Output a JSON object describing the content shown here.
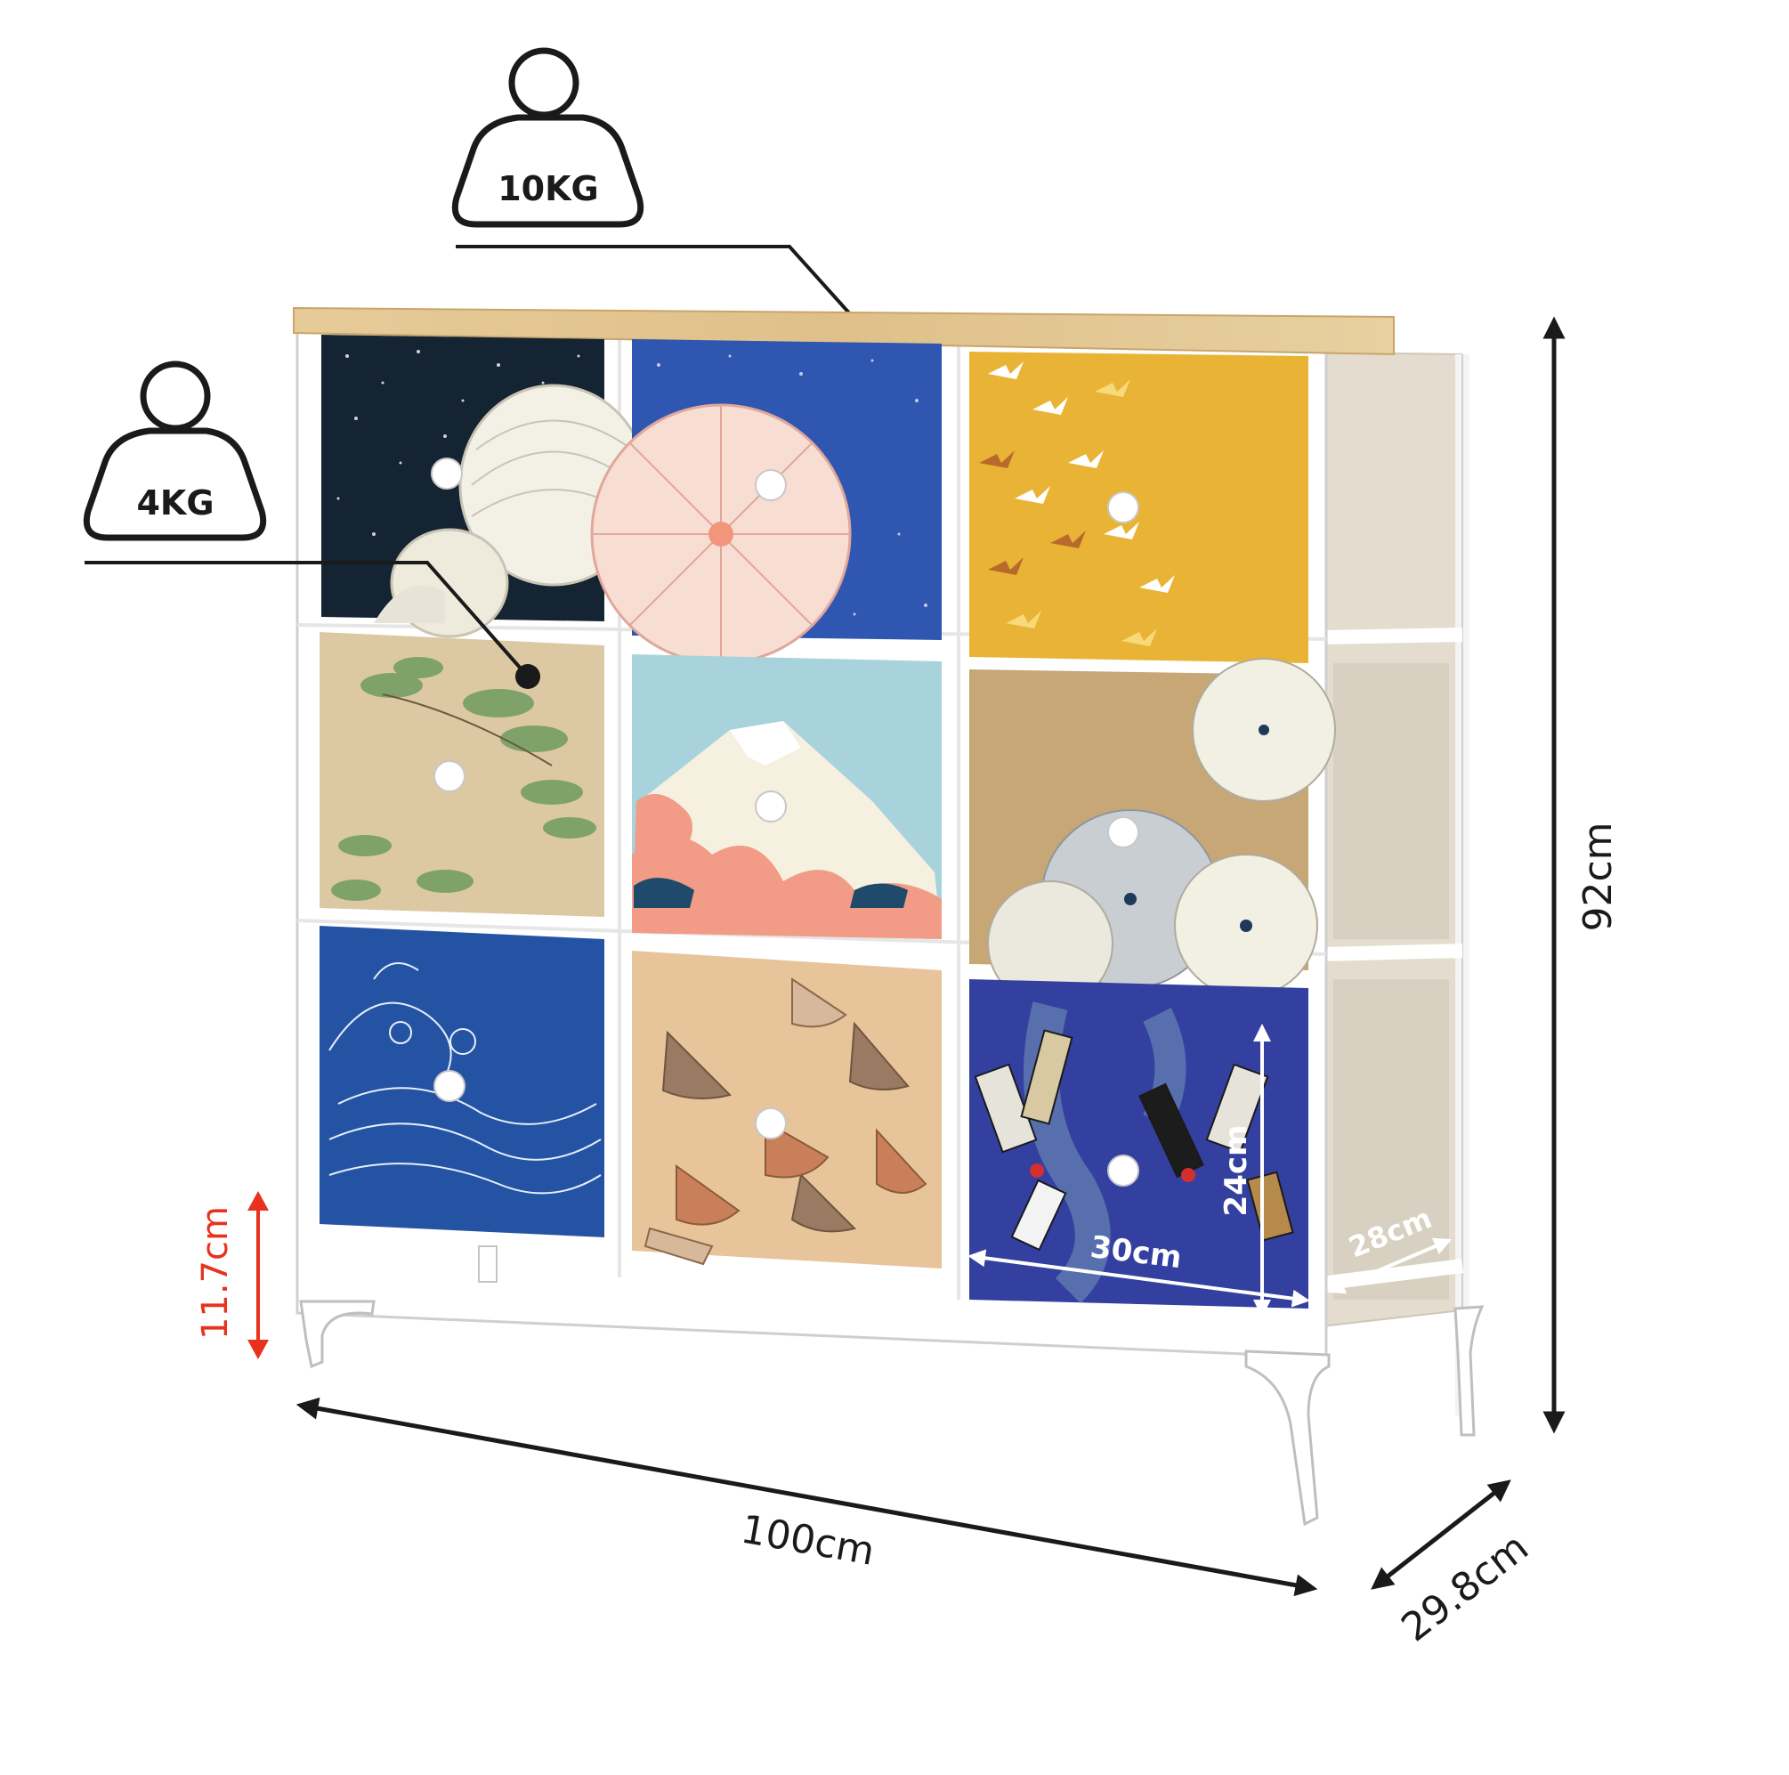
{
  "weights": {
    "top_load": "10KG",
    "drawer_load": "4KG"
  },
  "dimensions": {
    "height_total": "92cm",
    "width_total": "100cm",
    "depth_total": "29.8cm",
    "leg_height": "11.7cm",
    "drawer_height": "24cm",
    "drawer_width": "30cm",
    "drawer_depth": "28cm"
  },
  "colors": {
    "outline": "#1a1a1a",
    "leg_arrow": "#e8321e",
    "frame": "#ffffff",
    "top_wood": "#e2c48f",
    "side_fabric": "#e3dccf"
  },
  "drawers": [
    {
      "design": "paper-lanterns-night",
      "bg": "#142433"
    },
    {
      "design": "parasol-blue",
      "bg": "#2f56b0"
    },
    {
      "design": "cranes-gold",
      "bg": "#e9b436"
    },
    {
      "design": "pine-trees",
      "bg": "#dcc9a3"
    },
    {
      "design": "mount-fuji",
      "bg": "#a9d3dc"
    },
    {
      "design": "parasols-tan",
      "bg": "#c6a775"
    },
    {
      "design": "great-wave",
      "bg": "#2553a3"
    },
    {
      "design": "folding-fans",
      "bg": "#e7c49a"
    },
    {
      "design": "ribbons-indigo",
      "bg": "#3340a0"
    }
  ]
}
